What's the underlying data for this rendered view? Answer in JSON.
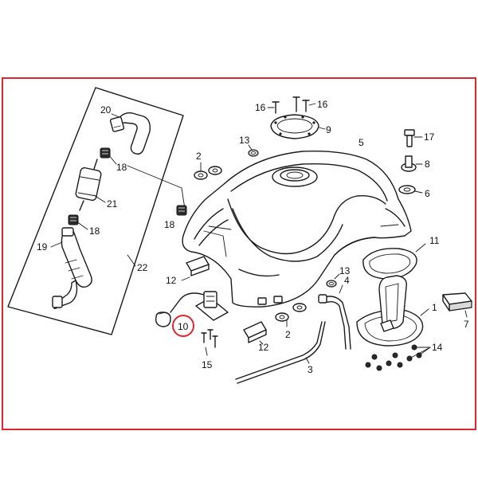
{
  "diagram": {
    "frame_color": "#e0262e",
    "highlight_color": "#e0262e",
    "highlighted_part": "10",
    "callouts": [
      {
        "id": "c20",
        "text": "20"
      },
      {
        "id": "c18a",
        "text": "18"
      },
      {
        "id": "c21",
        "text": "21"
      },
      {
        "id": "c18b",
        "text": "18"
      },
      {
        "id": "c19",
        "text": "19"
      },
      {
        "id": "c22",
        "text": "22"
      },
      {
        "id": "c18c",
        "text": "18"
      },
      {
        "id": "c2a",
        "text": "2"
      },
      {
        "id": "c12a",
        "text": "12"
      },
      {
        "id": "c10",
        "text": "10"
      },
      {
        "id": "c15",
        "text": "15"
      },
      {
        "id": "c16a",
        "text": "16"
      },
      {
        "id": "c16b",
        "text": "16"
      },
      {
        "id": "c9",
        "text": "9"
      },
      {
        "id": "c13a",
        "text": "13"
      },
      {
        "id": "c5",
        "text": "5"
      },
      {
        "id": "c17",
        "text": "17"
      },
      {
        "id": "c8",
        "text": "8"
      },
      {
        "id": "c6",
        "text": "6"
      },
      {
        "id": "c11",
        "text": "11"
      },
      {
        "id": "c13b",
        "text": "13"
      },
      {
        "id": "c1",
        "text": "1"
      },
      {
        "id": "c7",
        "text": "7"
      },
      {
        "id": "c4",
        "text": "4"
      },
      {
        "id": "c2b",
        "text": "2"
      },
      {
        "id": "c12b",
        "text": "12"
      },
      {
        "id": "c3",
        "text": "3"
      },
      {
        "id": "c14",
        "text": "14"
      }
    ]
  }
}
